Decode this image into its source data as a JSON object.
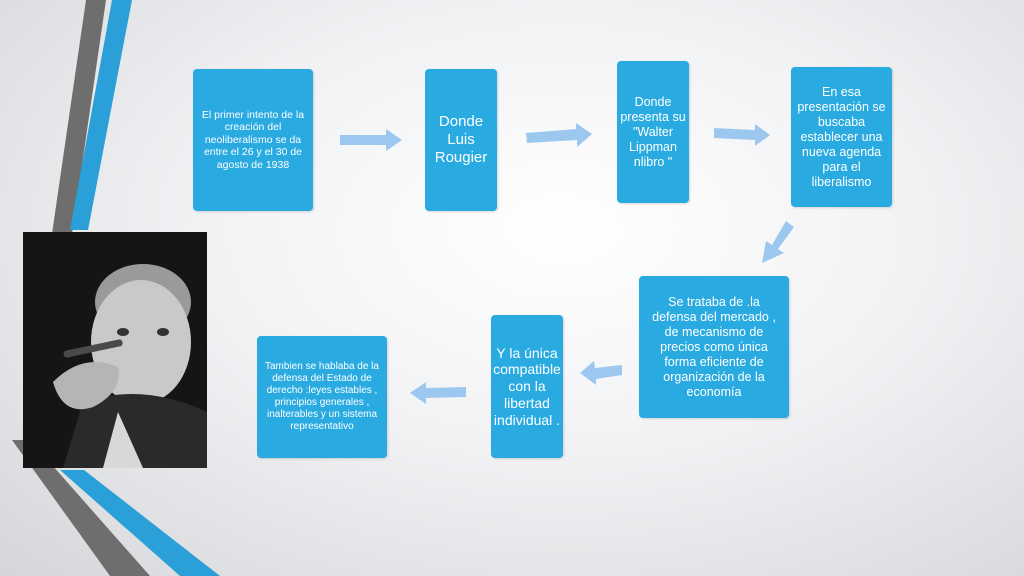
{
  "colors": {
    "box": "#29abe2",
    "arrow": "#9cc8ef",
    "stripe_blue": "#2a9fd8",
    "stripe_gray": "#6e6e6e"
  },
  "photo": {
    "icon": "portrait-photo-icon"
  },
  "flow": {
    "box1": "El primer intento de la creación del neoliberalismo se da entre el 26 y el 30 de agosto de 1938",
    "box2": "Donde Luis Rougier",
    "box3": "Donde presenta su \"Walter Lippman nlibro \"",
    "box4": "En esa presentación se buscaba establecer una nueva agenda  para el liberalismo",
    "box5": "Se trataba de .la defensa del mercado , de mecanismo de precios como única forma eficiente de organización de la economía",
    "box6": "Y la única compatible con la libertad individual .",
    "box7": "Tambien se hablaba de la defensa del Estado de derecho  :leyes estables , principios generales , inalterables y un sistema representativo"
  }
}
